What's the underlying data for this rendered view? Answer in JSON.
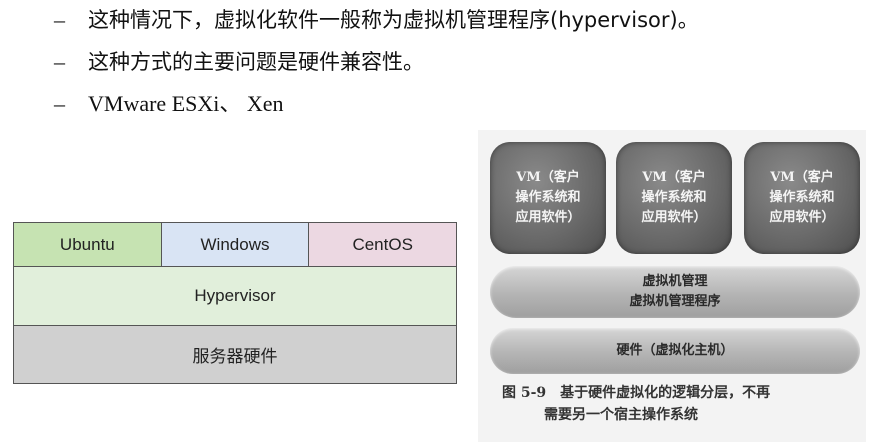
{
  "bullets": [
    {
      "marker": "–",
      "text": "这种情况下，虚拟化软件一般称为虚拟机管理程序(hypervisor)。"
    },
    {
      "marker": "–",
      "text": "这种方式的主要问题是硬件兼容性。"
    },
    {
      "marker": "–",
      "text": "VMware ESXi、 Xen"
    }
  ],
  "stack": {
    "os": [
      "Ubuntu",
      "Windows",
      "CentOS"
    ],
    "hypervisor": "Hypervisor",
    "hardware": "服务器硬件"
  },
  "figure": {
    "vms": [
      "VM（客户\n操作系统和\n应用软件）",
      "VM（客户\n操作系统和\n应用软件）",
      "VM（客户\n操作系统和\n应用软件）"
    ],
    "vmm": "虚拟机管理\n虚拟机管理程序",
    "hardware": "硬件（虚拟化主机）",
    "caption": "图 5-9　基于硬件虚拟化的逻辑分层，不再\n　　　需要另一个宿主操作系统"
  },
  "colors": {
    "ubuntu": "#c6e3b2",
    "windows": "#d9e4f4",
    "centos": "#ecd8e2",
    "hypervisor": "#e1efdb",
    "hardware": "#d0d0d0"
  }
}
